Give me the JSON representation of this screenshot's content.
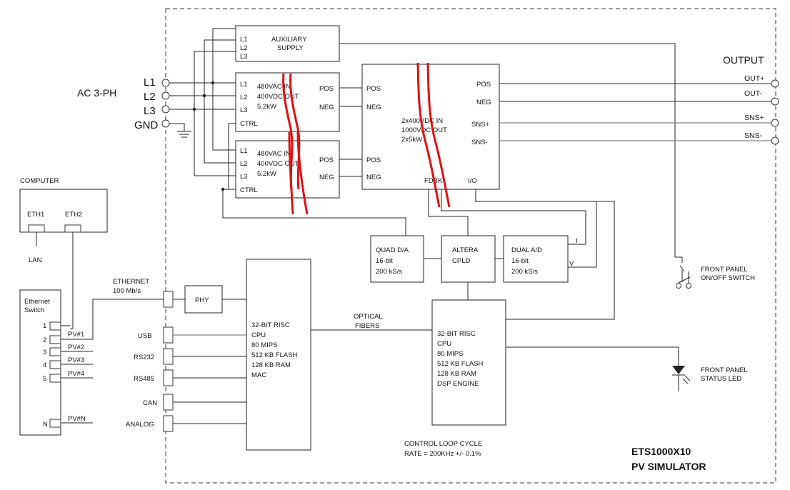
{
  "input": {
    "ac_label": "AC 3-PH",
    "l1": "L1",
    "l2": "L2",
    "l3": "L3",
    "gnd": "GND"
  },
  "output_label": "OUTPUT",
  "outputs": [
    "OUT+",
    "OUT-",
    "SNS+",
    "SNS-"
  ],
  "aux_supply": {
    "lines": [
      "AUXILIARY",
      "SUPPLY"
    ],
    "pins": [
      "L1",
      "L2",
      "L3"
    ]
  },
  "rectifier1": {
    "pins": [
      "L1",
      "L2",
      "L3",
      "CTRL"
    ],
    "spec": [
      "480VAC IN",
      "400VDC OUT",
      "5.2kW"
    ],
    "pos": "POS",
    "neg": "NEG"
  },
  "rectifier2": {
    "pins": [
      "L1",
      "L2",
      "L3",
      "CTRL"
    ],
    "spec": [
      "480VAC IN",
      "400VDC OUT",
      "5.2kW"
    ],
    "pos": "POS",
    "neg": "NEG"
  },
  "dcdc": {
    "in_pins": [
      "POS",
      "NEG",
      "POS",
      "NEG"
    ],
    "spec": [
      "2x400VDC IN",
      "1000VDC OUT",
      "2x5kW"
    ],
    "out_pins": [
      "POS",
      "NEG",
      "SNS+",
      "SNS-"
    ],
    "fdbk": "FDBK",
    "io": "I/O"
  },
  "computer": {
    "title": "COMPUTER",
    "eth1": "ETH1",
    "eth2": "ETH2",
    "lan": "LAN"
  },
  "switch": {
    "title": [
      "Ethernet",
      "Switch"
    ],
    "ports": [
      "1",
      "2",
      "3",
      "4",
      "5",
      "N"
    ],
    "pv": [
      "PV#1",
      "PV#2",
      "PV#3",
      "PV#4",
      "PV#N"
    ]
  },
  "ethernet_label": [
    "ETHERNET",
    "100 Mb/s"
  ],
  "phy": "PHY",
  "interfaces": [
    "USB",
    "RS232",
    "RS485",
    "CAN",
    "ANALOG"
  ],
  "cpu1": [
    "32-BIT RISC",
    "CPU",
    "80 MIPS",
    "512 KB FLASH",
    "128 KB RAM",
    "MAC"
  ],
  "optical": [
    "OPTICAL",
    "FIBERS"
  ],
  "cpu2": [
    "32-BIT RISC",
    "CPU",
    "80 MIPS",
    "512 KB FLASH",
    "128 KB RAM",
    "DSP ENGINE"
  ],
  "quad_da": [
    "QUAD D/A",
    "16-bit",
    "200 kS/s"
  ],
  "altera": [
    "ALTERA",
    "CPLD"
  ],
  "dual_ad": [
    "DUAL A/D",
    "16-bit",
    "200 kS/s"
  ],
  "iv": {
    "i": "I",
    "v": "V"
  },
  "switch_label": [
    "FRONT PANEL",
    "ON/OFF SWITCH"
  ],
  "led_label": [
    "FRONT PANEL",
    "STATUS LED"
  ],
  "control_loop": [
    "CONTROL LOOP CYCLE",
    "RATE = 200KHz +/- 0.1%"
  ],
  "product": [
    "ETS1000X10",
    "PV SIMULATOR"
  ],
  "accent_red": "#e01010"
}
